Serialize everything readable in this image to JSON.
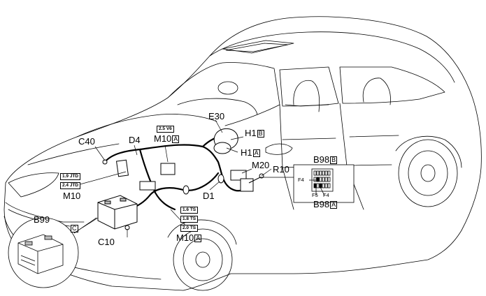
{
  "labels": {
    "c40": "C40",
    "d4": "D4",
    "m10_top": "M10",
    "m10_top_sq": "A",
    "m10_left": "M10",
    "m10_bottom": "M10",
    "m10_bottom_sq": "A",
    "e30": "E30",
    "h1_b": "H1",
    "h1_b_sq": "B",
    "h1_a": "H1",
    "h1_a_sq": "A",
    "m20": "M20",
    "r10": "R10",
    "d1": "D1",
    "b98_b": "B98",
    "b98_b_sq": "B",
    "b98_a": "B98",
    "b98_a_sq": "A",
    "b99": "B99",
    "b99_sq": "C",
    "c10": "C10"
  },
  "tags": {
    "v6": "2.5 V6",
    "jtd19": "1.9 JTD",
    "jtd24": "2.4 JTD",
    "ts16": "1.6 TS",
    "ts18": "1.8 TS",
    "ts20": "2.0 TS"
  },
  "fuse_box": {
    "f4_left": "F4",
    "f5": "F5",
    "f4_bottom": "F4"
  },
  "colors": {
    "line": "#000000",
    "fill": "#ffffff",
    "shade": "#bdbdbd"
  }
}
